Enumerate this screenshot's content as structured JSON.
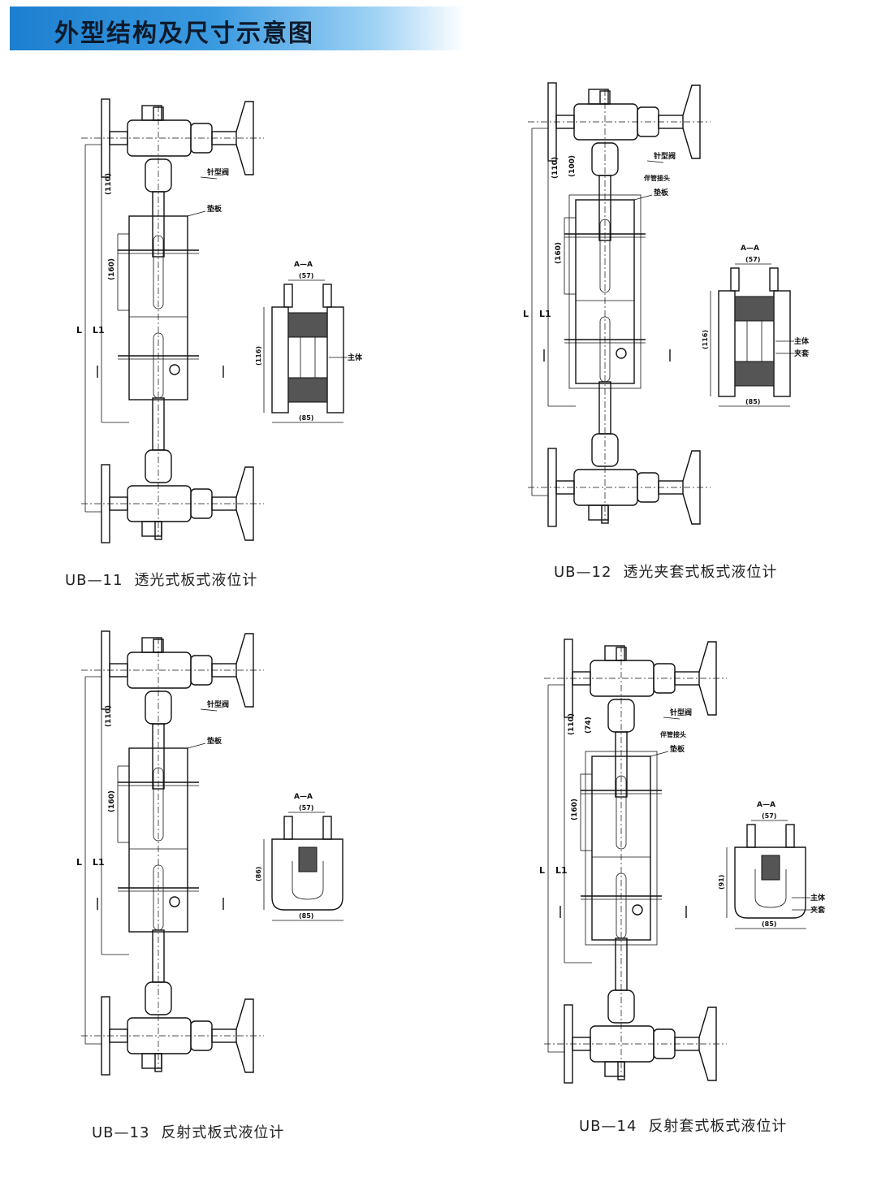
{
  "header": {
    "title": "外型结构及尺寸示意图",
    "color": "#1d7fd0"
  },
  "figures": [
    {
      "model": "UB—11",
      "name": "透光式板式液位计",
      "dims": {
        "overall": "L",
        "center": "L1",
        "top": "(110)",
        "window": "(160)",
        "section_width": "(57)",
        "section_height": "(116)",
        "section_base": "(85)"
      },
      "labels": {
        "valve": "针型阀",
        "gasket": "垫板",
        "section": "A—A",
        "glass": "主体",
        "clamp": ""
      },
      "section_type": "transparent"
    },
    {
      "model": "UB—12",
      "name": "透光夹套式板式液位计",
      "dims": {
        "overall": "L",
        "center": "L1",
        "top": "(110)",
        "top_inner": "(100)",
        "window": "(160)",
        "section_width": "(57)",
        "section_height": "(116)",
        "section_base": "(85)"
      },
      "labels": {
        "valve": "针型阀",
        "gasket": "垫板",
        "pipe": "伴管接头",
        "section": "A—A",
        "glass": "主体",
        "clamp": "夹套"
      },
      "section_type": "transparent-jacket"
    },
    {
      "model": "UB—13",
      "name": "反射式板式液位计",
      "dims": {
        "overall": "L",
        "center": "L1",
        "top": "(110)",
        "window": "(160)",
        "section_width": "(57)",
        "section_height": "(86)",
        "section_base": "(85)"
      },
      "labels": {
        "valve": "针型阀",
        "gasket": "垫板",
        "section": "A—A",
        "glass": "",
        "clamp": ""
      },
      "section_type": "reflective"
    },
    {
      "model": "UB—14",
      "name": "反射套式板式液位计",
      "dims": {
        "overall": "L",
        "center": "L1",
        "top": "(110)",
        "top_inner": "(74)",
        "window": "(160)",
        "section_width": "(57)",
        "section_height": "(91)",
        "section_base": "(85)"
      },
      "labels": {
        "valve": "针型阀",
        "gasket": "垫板",
        "pipe": "伴管接头",
        "section": "A—A",
        "glass": "主体",
        "clamp": "夹套"
      },
      "section_type": "reflective-jacket"
    }
  ]
}
